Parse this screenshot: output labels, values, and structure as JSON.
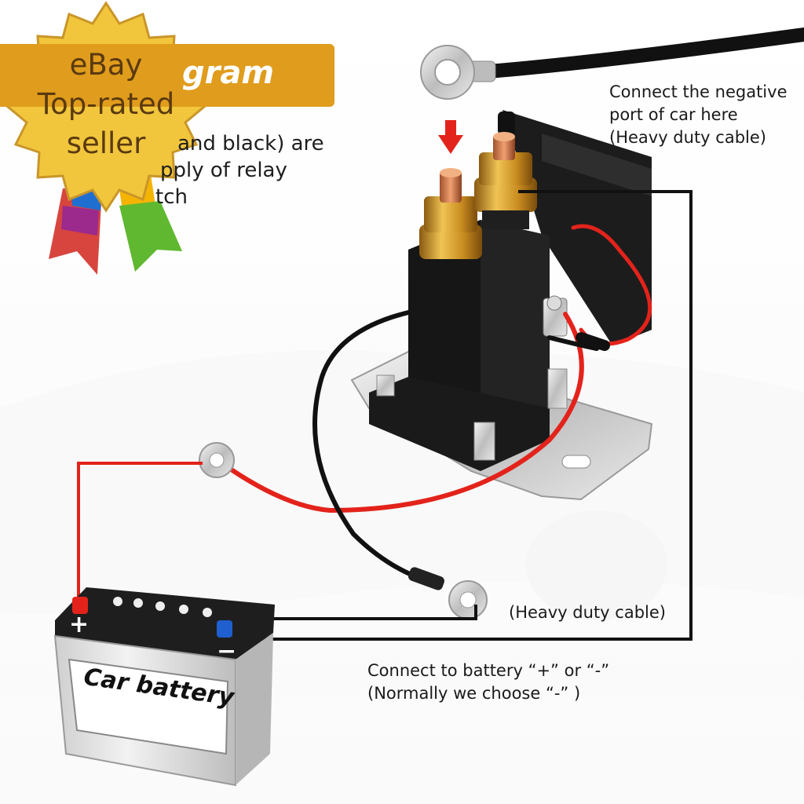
{
  "banner": {
    "title_visible": "gram",
    "body_line_1": "and black) are",
    "body_line_2": "pply of relay",
    "body_line_3": "tch"
  },
  "badge": {
    "line_1": "eBay",
    "line_2": "Top-rated",
    "line_3": "seller",
    "ribbon_colors": [
      "#d8453f",
      "#1f6fd1",
      "#9b2a8c",
      "#f4b400",
      "#5fb830"
    ]
  },
  "callouts": {
    "negative_port_1": "Connect the negative",
    "negative_port_2": "port of car here",
    "negative_port_3": "(Heavy duty cable)",
    "heavy_duty": "(Heavy duty cable)",
    "battery_1": "Connect to battery “+” or “-”",
    "battery_2": "(Normally we choose “-” )"
  },
  "battery": {
    "label": "Car battery",
    "plus": "+",
    "minus": "−"
  },
  "colors": {
    "banner": "#e09c1c",
    "red_wire": "#e3231b",
    "black_wire": "#111111",
    "relay_body": "#1c1c1c",
    "brass": "#d4a030",
    "arrow": "#e3231b"
  }
}
